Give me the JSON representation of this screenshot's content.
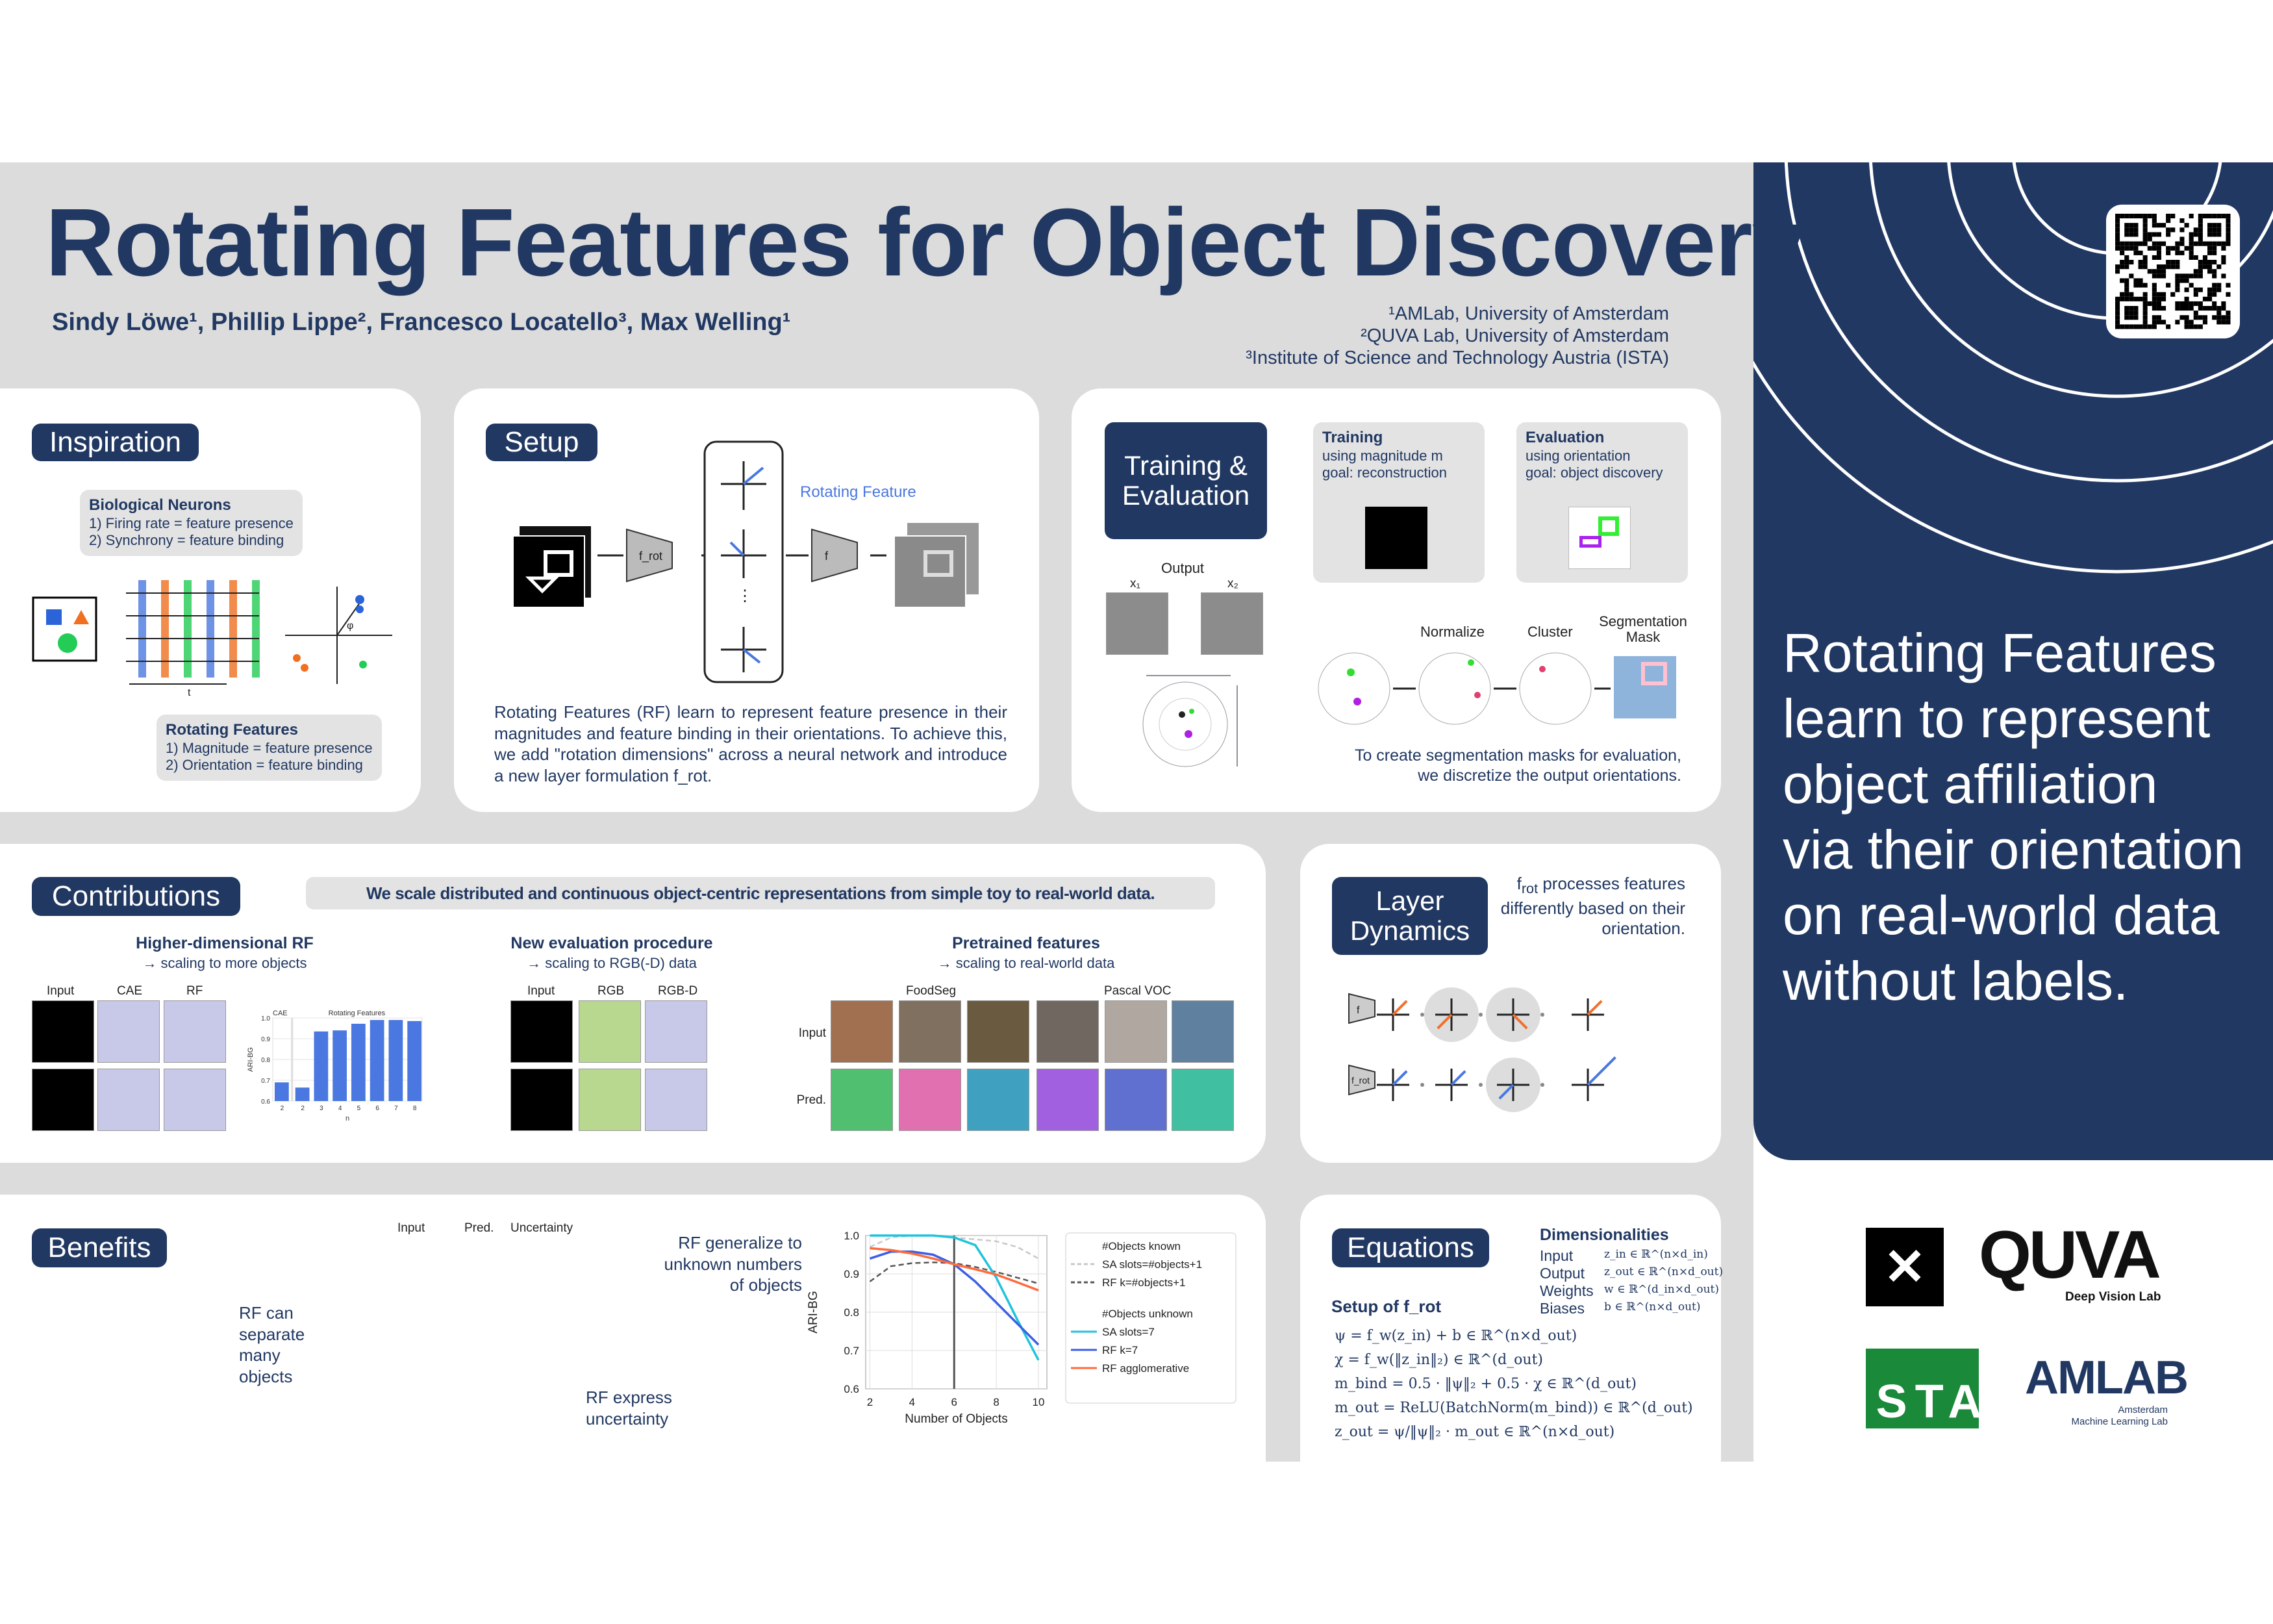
{
  "title": "Rotating Features for Object Discovery",
  "authors": "Sindy Löwe¹, Phillip Lippe², Francesco Locatello³, Max Welling¹",
  "affiliations": [
    "¹AMLab, University of Amsterdam",
    "²QUVA Lab, University of Amsterdam",
    "³Institute of Science and Technology Austria (ISTA)"
  ],
  "inspiration": {
    "badge": "Inspiration",
    "bio_title": "Biological Neurons",
    "bio_1": "1) Firing rate = feature presence",
    "bio_2": "2) Synchrony = feature binding",
    "rf_title": "Rotating Features",
    "rf_1": "1) Magnitude = feature presence",
    "rf_2": "2) Orientation = feature binding",
    "time_label": "t",
    "angle_label": "φ"
  },
  "setup": {
    "badge": "Setup",
    "f_rot": "f_rot",
    "rotating_label": "Rotating Feature",
    "text": "Rotating Features (RF) learn to represent feature presence in their magnitudes and feature binding in their orientations. To achieve this, we add \"rotation dimensions\" across a neural network and introduce a new layer formulation f_rot."
  },
  "training": {
    "badge": "Training & Evaluation",
    "train_title": "Training",
    "train_1": "using magnitude m",
    "train_2": "goal: reconstruction",
    "eval_title": "Evaluation",
    "eval_1": "using orientation",
    "eval_2": "goal: object discovery",
    "output": "Output",
    "x1": "x₁",
    "x2": "x₂",
    "normalize": "Normalize",
    "cluster": "Cluster",
    "seg_mask": "Segmentation Mask",
    "caption_1": "To create segmentation masks for evaluation,",
    "caption_2": "we discretize the output orientations."
  },
  "contributions": {
    "badge": "Contributions",
    "banner": "We scale distributed and continuous object-centric representations from simple toy to real-world data.",
    "c1_title": "Higher-dimensional RF",
    "c1_sub": "→ scaling to more objects",
    "c1_cols": [
      "Input",
      "CAE",
      "RF"
    ],
    "c2_title": "New evaluation procedure",
    "c2_sub": "→ scaling to RGB(-D) data",
    "c2_cols": [
      "Input",
      "RGB",
      "RGB-D"
    ],
    "c3_title": "Pretrained features",
    "c3_sub": "→ scaling to real-world data",
    "c3_groups": [
      "FoodSeg",
      "Pascal VOC"
    ],
    "c3_rows": [
      "Input",
      "Pred."
    ]
  },
  "layer_dynamics": {
    "badge": "Layer Dynamics",
    "text_pre": "f",
    "text_sub": "rot",
    "text": " processes features differently based on their orientation.",
    "f_label": "f",
    "frot_label": "f_rot"
  },
  "benefits": {
    "badge": "Benefits",
    "separate": "RF can separate many objects",
    "cols": [
      "Input",
      "Pred.",
      "Uncertainty"
    ],
    "generalize": "RF generalize to unknown numbers of objects",
    "uncertainty": "RF express uncertainty"
  },
  "equations": {
    "badge": "Equations",
    "dim_title": "Dimensionalities",
    "dims": [
      {
        "name": "Input",
        "eq": "z_in ∈ ℝ^(n×d_in)"
      },
      {
        "name": "Output",
        "eq": "z_out ∈ ℝ^(n×d_out)"
      },
      {
        "name": "Weights",
        "eq": "w ∈ ℝ^(d_in×d_out)"
      },
      {
        "name": "Biases",
        "eq": "b ∈ ℝ^(n×d_out)"
      }
    ],
    "setup_title": "Setup of f_rot",
    "lines": [
      "ψ = f_w(z_in) + b   ∈ ℝ^(n×d_out)",
      "χ = f_w(‖z_in‖₂)   ∈ ℝ^(d_out)",
      "m_bind = 0.5 · ‖ψ‖₂ + 0.5 · χ   ∈ ℝ^(d_out)",
      "m_out = ReLU(BatchNorm(m_bind))   ∈ ℝ^(d_out)",
      "z_out = ψ/‖ψ‖₂ · m_out   ∈ ℝ^(n×d_out)"
    ]
  },
  "takeaway": [
    "Rotating Features",
    "learn to represent",
    "object affiliation",
    "via their orientation",
    "on real-world data",
    "without labels."
  ],
  "logos": {
    "quva": "QUVA",
    "quva_sub": "Deep Vision Lab",
    "ista": "ISTA",
    "amlab": "AMLAB",
    "amlab_sub1": "Amsterdam",
    "amlab_sub2": "Machine Learning Lab"
  },
  "colors": {
    "navy": "#213862",
    "bar": "#4a78e0",
    "cyan": "#1fc3dc",
    "blue": "#3a5fe6",
    "orange": "#ff6a3d"
  },
  "chart_data": [
    {
      "type": "bar",
      "title": "Rotating Features",
      "group_labels": [
        "CAE",
        "Rotating Features"
      ],
      "categories": [
        "2",
        "2",
        "3",
        "4",
        "5",
        "6",
        "7",
        "8"
      ],
      "groups": [
        "CAE",
        "RF",
        "RF",
        "RF",
        "RF",
        "RF",
        "RF",
        "RF"
      ],
      "values": [
        0.69,
        0.665,
        0.935,
        0.94,
        0.972,
        0.99,
        0.99,
        0.985
      ],
      "xlabel": "n",
      "ylabel": "ARI-BG",
      "ylim": [
        0.6,
        1.0
      ],
      "yticks": [
        "0.6",
        "0.7",
        "0.8",
        "0.9",
        "1.0"
      ]
    },
    {
      "type": "line",
      "x": [
        2,
        3,
        4,
        5,
        6,
        7,
        8,
        9,
        10
      ],
      "xlabel": "Number of Objects",
      "ylabel": "ARI-BG",
      "xlim": [
        1.8,
        10.4
      ],
      "ylim": [
        0.6,
        1.0
      ],
      "xticks": [
        "2",
        "4",
        "6",
        "8",
        "10"
      ],
      "yticks": [
        "0.6",
        "0.7",
        "0.8",
        "0.9",
        "1.0"
      ],
      "vline": 6,
      "grid": true,
      "legend": "right",
      "legend_headers": [
        "#Objects known",
        "#Objects unknown"
      ],
      "series": [
        {
          "name": "SA slots=#objects+1",
          "group": 0,
          "style": "dashed",
          "color": "#c8c8c8",
          "values": [
            0.97,
            0.995,
            1.0,
            1.0,
            0.995,
            0.99,
            0.985,
            0.97,
            0.94
          ]
        },
        {
          "name": "RF k=#objects+1",
          "group": 0,
          "style": "dashed",
          "color": "#555555",
          "values": [
            0.88,
            0.92,
            0.928,
            0.93,
            0.928,
            0.918,
            0.905,
            0.89,
            0.875
          ]
        },
        {
          "name": "SA slots=7",
          "group": 1,
          "style": "solid",
          "color": "#1fc3dc",
          "values": [
            1.0,
            1.0,
            1.0,
            1.0,
            0.995,
            0.975,
            0.89,
            0.78,
            0.675
          ]
        },
        {
          "name": "RF k=7",
          "group": 1,
          "style": "solid",
          "color": "#3a5fe6",
          "values": [
            0.94,
            0.958,
            0.958,
            0.95,
            0.925,
            0.88,
            0.825,
            0.77,
            0.715
          ]
        },
        {
          "name": "RF agglomerative",
          "group": 1,
          "style": "solid",
          "color": "#ff6a3d",
          "values": [
            0.967,
            0.962,
            0.953,
            0.94,
            0.925,
            0.912,
            0.898,
            0.878,
            0.857
          ]
        }
      ]
    }
  ]
}
